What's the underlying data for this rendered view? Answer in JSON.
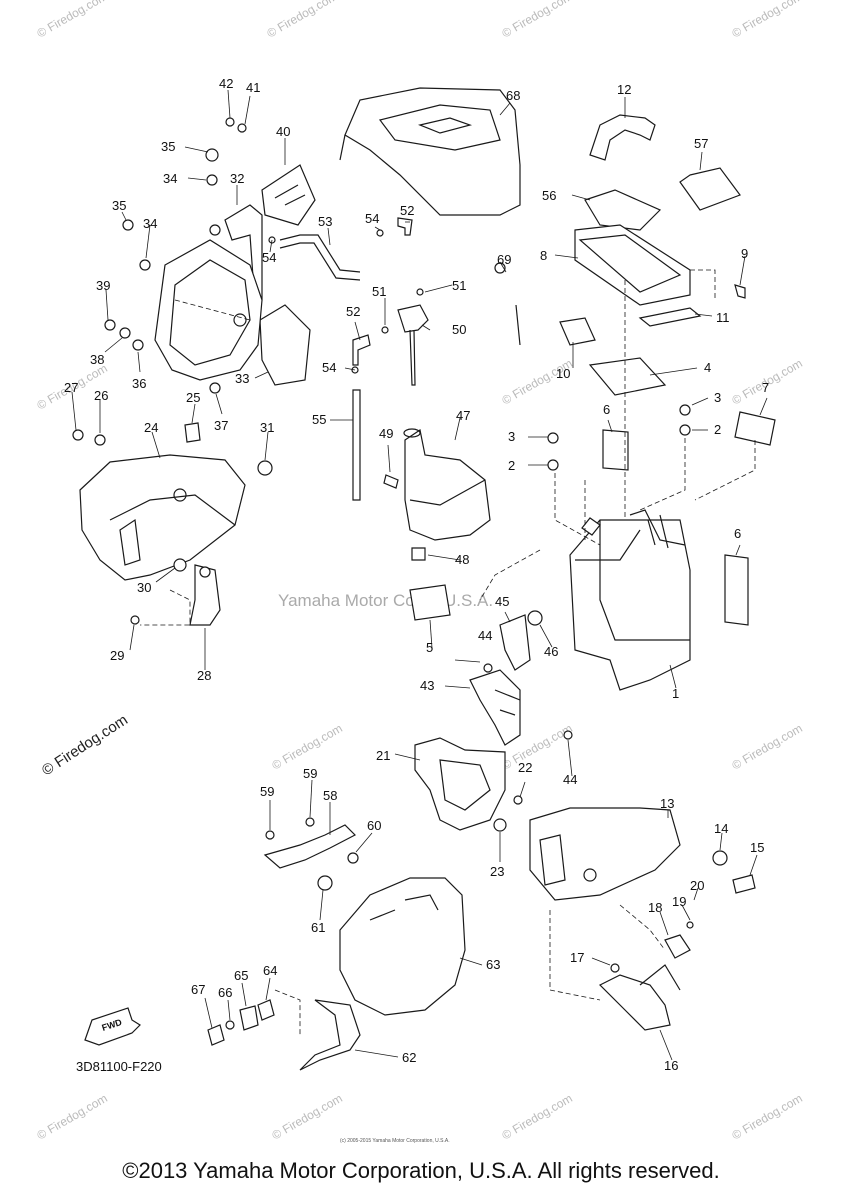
{
  "diagram": {
    "code": "3D81100-F220",
    "fwd_label": "FWD",
    "center_watermark": "Yamaha Motor Corp., U.S.A.",
    "corner_mark": "© Firedog.com",
    "watermark_text": "© Firedog.com",
    "tiny_print": "(c) 2005-2015 Yamaha Motor Corporation, U.S.A."
  },
  "callouts": {
    "c1": "1",
    "c2": "2",
    "c3": "3",
    "c4": "4",
    "c5": "5",
    "c6": "6",
    "c7": "7",
    "c8": "8",
    "c9": "9",
    "c10": "10",
    "c11": "11",
    "c12": "12",
    "c13": "13",
    "c14": "14",
    "c15": "15",
    "c16": "16",
    "c17": "17",
    "c18": "18",
    "c19": "19",
    "c20": "20",
    "c21": "21",
    "c22": "22",
    "c23": "23",
    "c24": "24",
    "c25": "25",
    "c26": "26",
    "c27": "27",
    "c28": "28",
    "c29": "29",
    "c30": "30",
    "c31": "31",
    "c32": "32",
    "c33": "33",
    "c34": "34",
    "c35": "35",
    "c36": "36",
    "c37": "37",
    "c38": "38",
    "c39": "39",
    "c40": "40",
    "c41": "41",
    "c42": "42",
    "c43": "43",
    "c44": "44",
    "c45": "45",
    "c46": "46",
    "c47": "47",
    "c48": "48",
    "c49": "49",
    "c50": "50",
    "c51": "51",
    "c52": "52",
    "c53": "53",
    "c54": "54",
    "c55": "55",
    "c56": "56",
    "c57": "57",
    "c58": "58",
    "c59": "59",
    "c60": "60",
    "c61": "61",
    "c62": "62",
    "c63": "63",
    "c64": "64",
    "c65": "65",
    "c66": "66",
    "c67": "67",
    "c68": "68",
    "c69": "69"
  },
  "footer": {
    "copyright": "©2013 Yamaha Motor Corporation, U.S.A. All rights reserved."
  }
}
